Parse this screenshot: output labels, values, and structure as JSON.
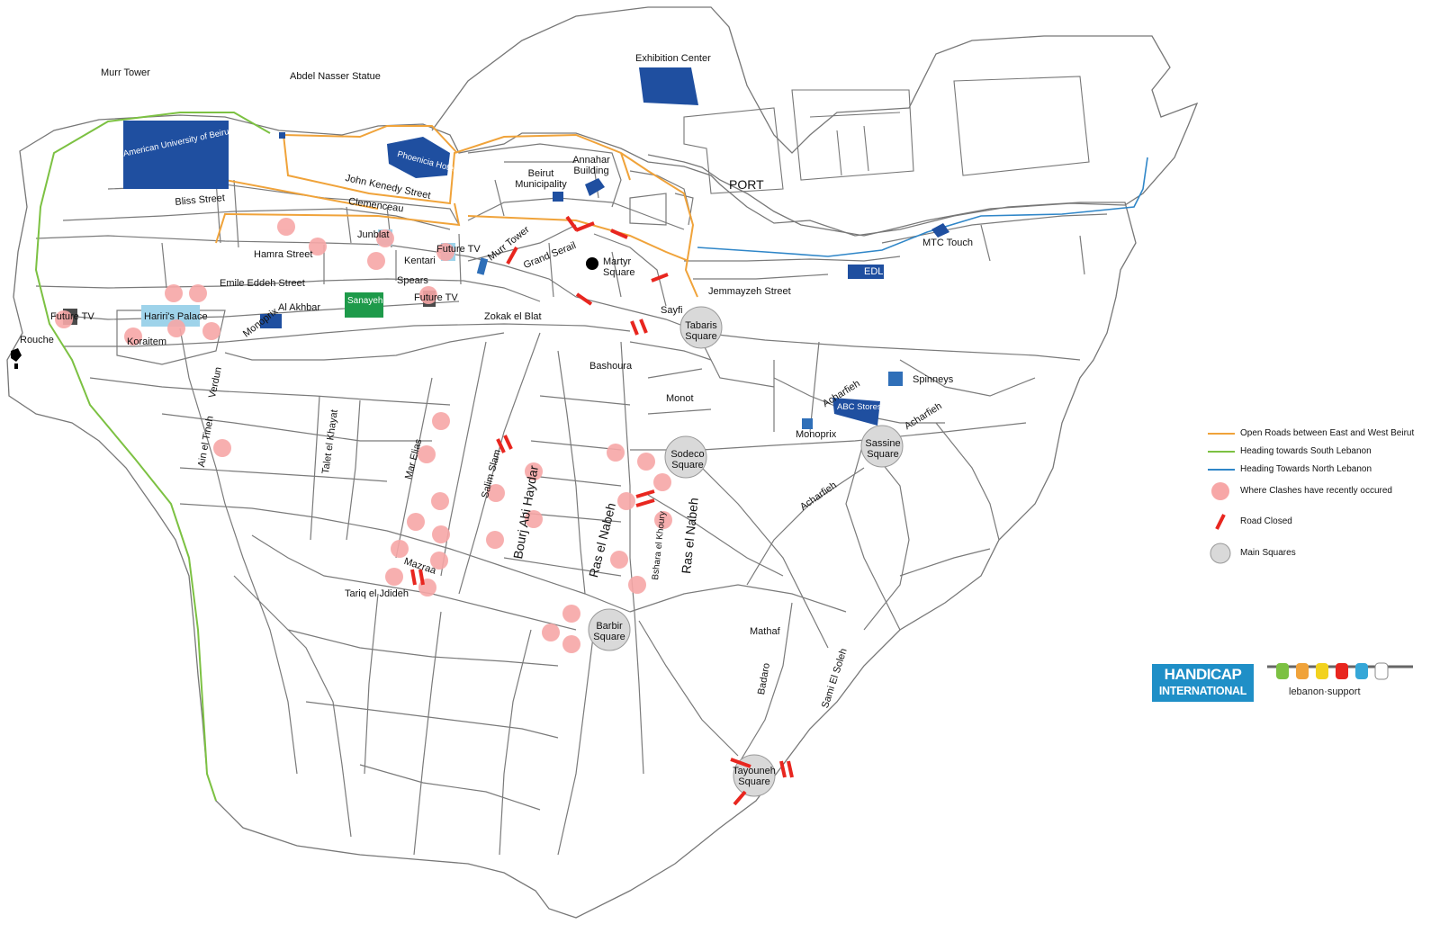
{
  "labels": {
    "murr_tower_nw": "Murr Tower",
    "abdel_nasser": "Abdel Nasser Statue",
    "exhibition_center": "Exhibition Center",
    "aub": "American University of Beirut",
    "phoenicia": "Phoenicia Hotel",
    "john_kennedy": "John Kenedy Street",
    "clemenceau": "Clemenceau",
    "bliss": "Bliss Street",
    "beirut_municipality": "Beirut Municipality",
    "annahar": "Annahar Building",
    "port": "PORT",
    "hamra": "Hamra Street",
    "junblat": "Junblat",
    "kentari": "Kentari",
    "future_tv_1": "Future TV",
    "murr_tower": "Murr Tower",
    "grand_serail": "Grand Serail",
    "martyr_square": "Martyr Square",
    "mtc_touch": "MTC Touch",
    "emile_eddeh": "Emile Eddeh Street",
    "spears": "Spears",
    "edl": "EDL",
    "jemmayzeh": "Jemmayzeh Street",
    "future_tv_2": "Future TV",
    "sanayeh": "Sanayeh",
    "future_tv_3": "Future TV",
    "haris_palace": "Hariri's Palace",
    "monoprix_1": "Monoprix",
    "al_akhbar": "Al Akhbar",
    "zokak": "Zokak el Blat",
    "sayfi": "Sayfi",
    "tabaris": "Tabaris Square",
    "rouche": "Rouche",
    "koraitem": "Koraitem",
    "bashoura": "Bashoura",
    "verdun": "Verdun",
    "acharfieh_1": "Acharfieh",
    "spinneys": "Spinneys",
    "abc": "ABC Stores",
    "acharfieh_2": "Acharfieh",
    "monot": "Monot",
    "monoprix_2": "Monoprix",
    "talet": "Talet el Khayat",
    "mar_elias": "Mar Elias",
    "ain_tineh": "Ain el Tineh",
    "salim_slam": "Salim Slam",
    "sodeco": "Sodeco Square",
    "sassine": "Sassine Square",
    "acharfieh_3": "Acharfieh",
    "bourj": "Bourj Abi Haydar",
    "ras_nabeh_1": "Ras el Nabeh",
    "bshara": "Bshara el Khoury",
    "ras_nabeh_2": "Ras el Nabeh",
    "mazraa": "Mazraa",
    "tariq": "Tariq el Jdideh",
    "barbir": "Barbir Square",
    "mathaf": "Mathaf",
    "badaro": "Badaro",
    "sami_solh": "Sami El Soleh",
    "tayouneh": "Tayouneh Square"
  },
  "legend": [
    {
      "label": "Open Roads between East and West Beirut",
      "symbol": "line",
      "color": "#f0a33a"
    },
    {
      "label": "Heading towards South Lebanon",
      "symbol": "line",
      "color": "#7cc142"
    },
    {
      "label": "Heading Towards North Lebanon",
      "symbol": "line",
      "color": "#2f86c8"
    },
    {
      "label": "Where Clashes have recently occured",
      "symbol": "circle",
      "color": "#f7a7a7"
    },
    {
      "label": "Road Closed",
      "symbol": "bar",
      "color": "#e8261f"
    },
    {
      "label": "Main Squares",
      "symbol": "square-circle",
      "color": "#d9d9d9"
    }
  ],
  "logos": {
    "handicap_line1": "HANDICAP",
    "handicap_line2": "INTERNATIONAL",
    "lebanon_support": "lebanon·support"
  },
  "colors": {
    "road": "#7a7a7a",
    "open_road": "#f0a33a",
    "south_road": "#7cc142",
    "north_road": "#2f86c8",
    "clash": "#f7a7a7",
    "closed": "#e8261f",
    "square": "#d9d9d9",
    "building": "#1f4fa0",
    "light_building": "#9ed3ea",
    "sanayeh": "#1e9a4a"
  }
}
